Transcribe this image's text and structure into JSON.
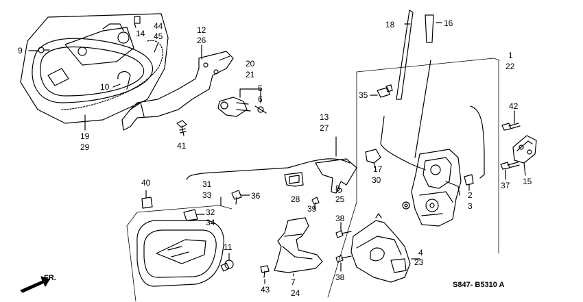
{
  "diagram": {
    "code": "S847- B5310 A",
    "direction_label": "FR.",
    "callouts": {
      "c9": "9",
      "c14": "14",
      "c44": "44",
      "c45": "45",
      "c10": "10",
      "c19": "19",
      "c29": "29",
      "c12": "12",
      "c26": "26",
      "c41": "41",
      "c20": "20",
      "c21": "21",
      "c5": "5",
      "c6": "6",
      "c13": "13",
      "c27": "27",
      "c8": "8",
      "c25": "25",
      "c28": "28",
      "c39": "39",
      "c40": "40",
      "c31": "31",
      "c33": "33",
      "c36": "36",
      "c32": "32",
      "c34": "34",
      "c11": "11",
      "c7": "7",
      "c24": "24",
      "c43": "43",
      "c18": "18",
      "c16": "16",
      "c1": "1",
      "c22": "22",
      "c35": "35",
      "c17": "17",
      "c30": "30",
      "c2": "2",
      "c3": "3",
      "c42": "42",
      "c15": "15",
      "c37": "37",
      "c38a": "38",
      "c38b": "38",
      "c4": "4",
      "c23": "23"
    }
  }
}
